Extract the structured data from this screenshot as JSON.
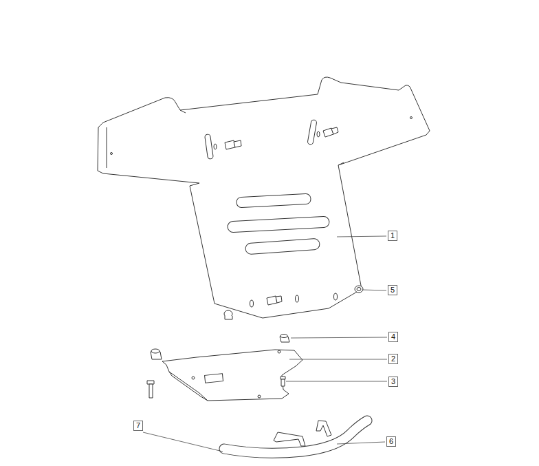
{
  "diagram": {
    "labels": [
      "1",
      "5",
      "4",
      "2",
      "3",
      "7",
      "6"
    ]
  }
}
